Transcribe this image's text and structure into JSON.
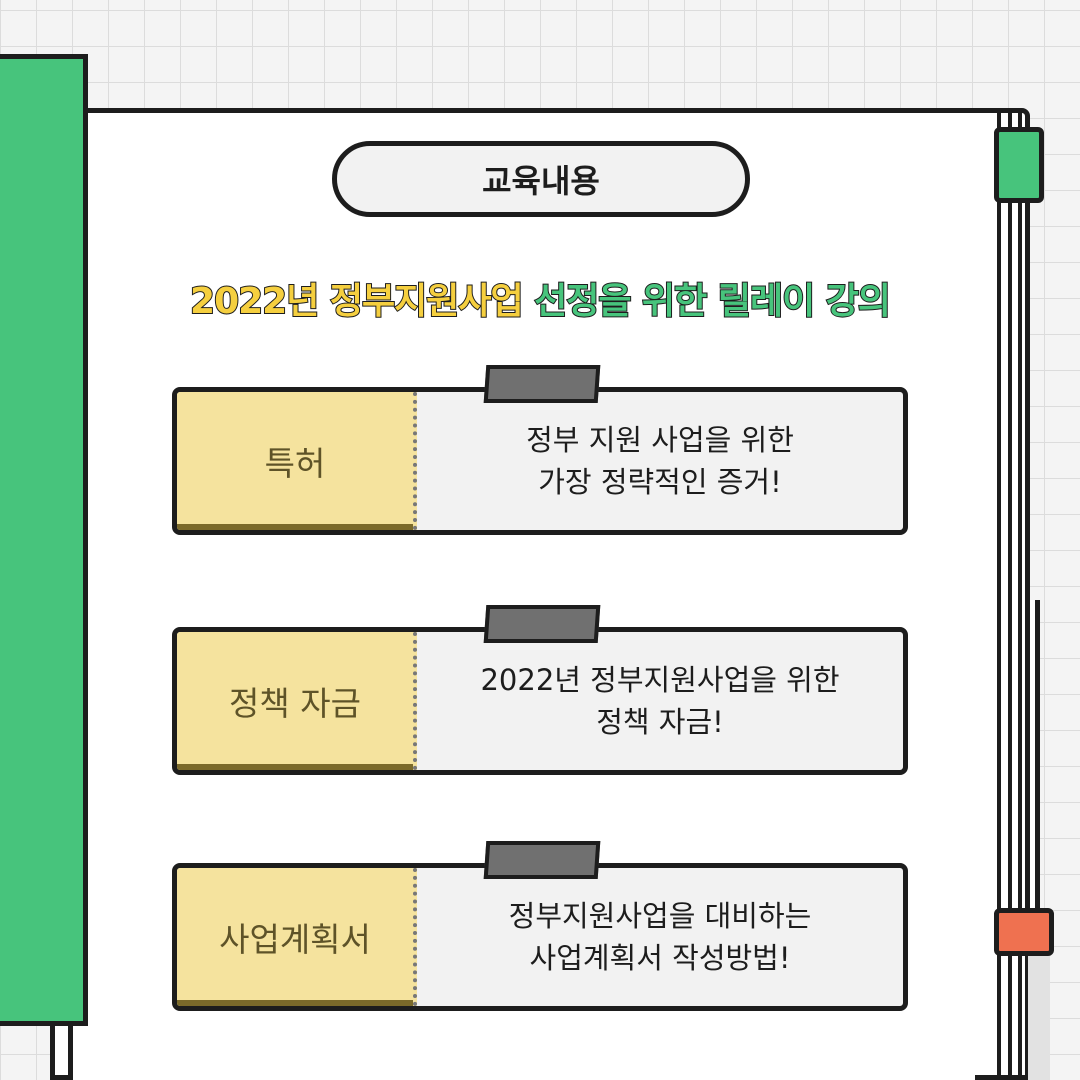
{
  "header": {
    "title": "교육내용"
  },
  "subtitle": {
    "part1": "2022년 정부지원사업",
    "part2": "선정을 위한 릴레이 강의"
  },
  "cards": [
    {
      "label": "특허",
      "line1": "정부 지원 사업을 위한",
      "line2": "가장 정략적인 증거!"
    },
    {
      "label": "정책 자금",
      "line1": "2022년 정부지원사업을 위한",
      "line2": "정책 자금!"
    },
    {
      "label": "사업계획서",
      "line1": "정부지원사업을 대비하는",
      "line2": "사업계획서 작성방법!"
    }
  ],
  "colors": {
    "cover_green": "#47c47c",
    "label_yellow": "#f5e39e",
    "subtitle_yellow": "#f5cf3f",
    "bookmark_orange": "#ef7150",
    "outline": "#1d1d1d"
  }
}
